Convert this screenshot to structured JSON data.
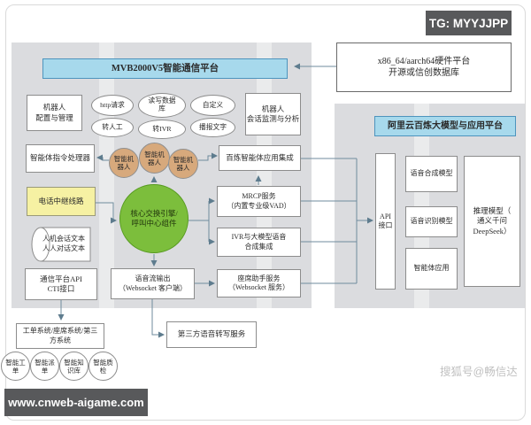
{
  "watermarks": {
    "tg_badge": "TG: MYYJJPP",
    "website_badge": "www.cnweb-aigame.com",
    "sohu": "搜狐号@畅信达"
  },
  "hardware_box": "x86_64/aarch64硬件平台\n开源或信创数据库",
  "platform": {
    "title": "MVB2000V5智能通信平台",
    "robot_config": "机器人\n配置与管理",
    "ovals": [
      "http请求",
      "读写数据\n库",
      "自定义",
      "转人工",
      "转IVR",
      "播报文字"
    ],
    "session_monitor": "机器人\n会话监测与分析",
    "instruction_processor": "智能体指令处理器",
    "robots": [
      "智能机\n器人",
      "智能机\n器人",
      "智能机\n器人"
    ],
    "bailian_integration": "百炼智能体应用集成",
    "phone_trunk": "电话中继线路",
    "core_engine": "核心交换引擎/\n呼叫中心组件",
    "mrcp": "MRCP服务\n（内置专业级VAD）",
    "ivr_tts": "IVR与大模型语音\n合成集成",
    "dialog_texts": "人机会话文本\n人人对话文本",
    "cti": "通信平台API\nCTI接口",
    "voice_stream": "语音流输出\n（Websocket 客户端）",
    "agent_assist": "座席助手服务\n（Websocket 服务）"
  },
  "external": {
    "transcribe": "第三方语音转写服务",
    "ticket_system": "工单系统/座席系统/第三\n方系统",
    "circles": [
      "智能工\n单",
      "智能派\n单",
      "智能知\n识库",
      "智能质\n检"
    ]
  },
  "aliyun": {
    "title": "阿里云百炼大模型与应用平台",
    "api": "API\n接口",
    "tts_model": "语音合成模型",
    "asr_model": "语音识别模型",
    "agent_app": "智能体应用",
    "llm": "推理模型（\n通义千问\nDeepSeek）"
  },
  "colors": {
    "panel_bg": "#dbdcdf",
    "accent_blue": "#a7d9ec",
    "accent_blue_border": "#4d94bd",
    "green": "#7cbe3c",
    "yellow": "#f6f1a3",
    "tan": "#d7a97c",
    "badge_bg": "#58595b",
    "line": "#5e7c8e"
  }
}
